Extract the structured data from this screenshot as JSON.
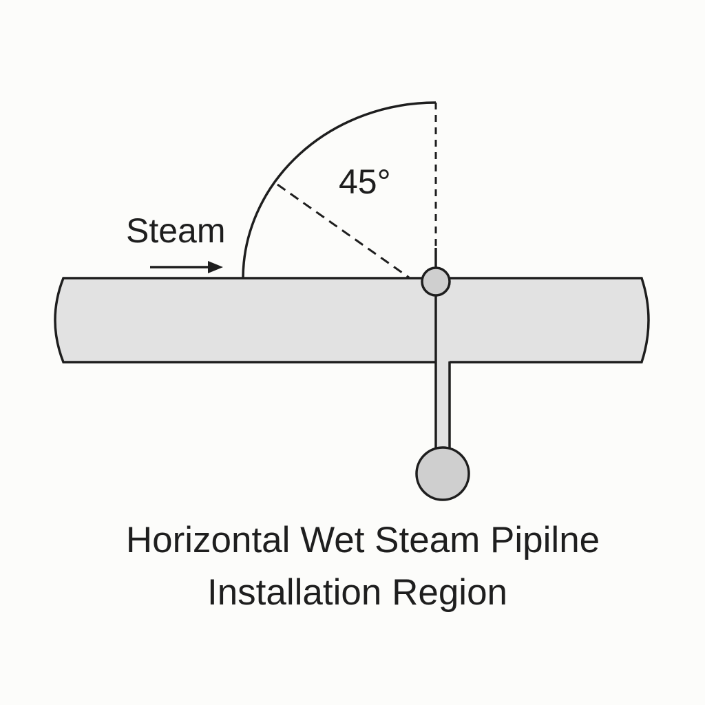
{
  "labels": {
    "flow": "Steam",
    "angle": "45°",
    "title_line1": "Horizontal Wet Steam Pipilne",
    "title_line2": "Installation Region"
  },
  "angle_degrees": 45,
  "colors": {
    "stroke": "#1e1e1e",
    "pipe_fill": "#e2e2e2",
    "node_fill": "#cfcfcf",
    "background": "#fcfcfa"
  }
}
